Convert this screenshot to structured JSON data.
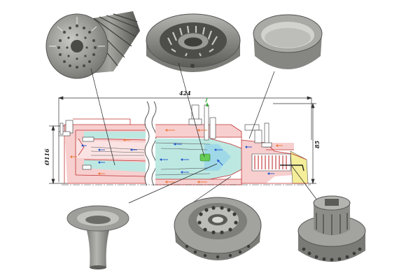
{
  "dimensions": {
    "overall_length": "424",
    "height": "85",
    "diameter": "Ø116"
  },
  "colors": {
    "hot_zone": "#f6c6c6",
    "cool_zone": "#c9efe9",
    "fuel_zone": "#f4ee9a",
    "outline": "#cc3333",
    "flow_blue": "#2255cc",
    "flow_orange": "#ee7733",
    "photo_metal": "#8a8a86"
  },
  "photos": [
    {
      "name": "swirler-cone"
    },
    {
      "name": "vane-ring"
    },
    {
      "name": "liner-ring"
    },
    {
      "name": "funnel-nozzle"
    },
    {
      "name": "perforated-disk"
    },
    {
      "name": "injector-hub"
    }
  ]
}
